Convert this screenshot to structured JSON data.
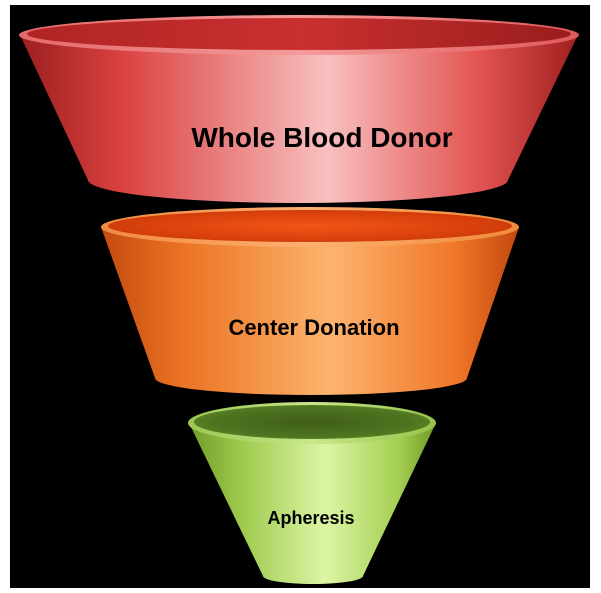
{
  "funnel": {
    "stages": [
      {
        "label": "Whole Blood Donor",
        "color": "#e03a3a"
      },
      {
        "label": "Center Donation",
        "color": "#f07a24"
      },
      {
        "label": "Apheresis",
        "color": "#9ccc4a"
      }
    ],
    "background_color": "#000000"
  }
}
